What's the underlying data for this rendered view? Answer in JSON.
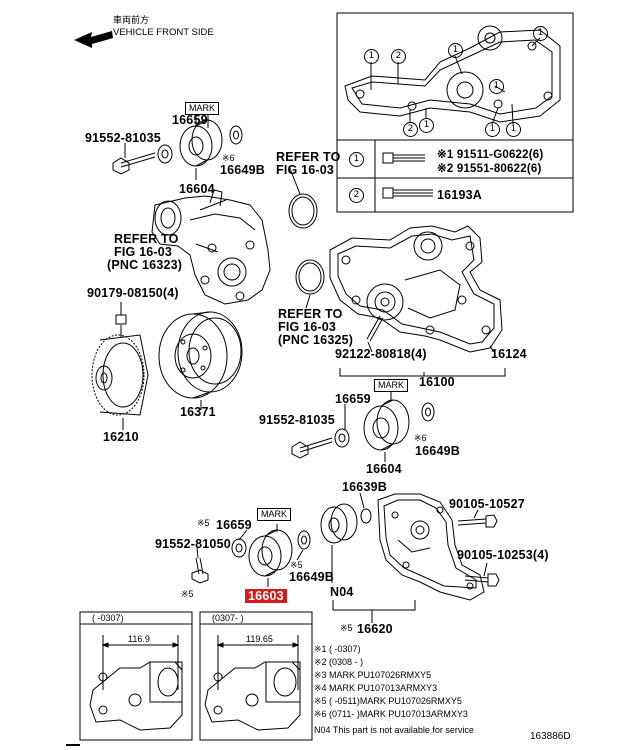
{
  "header": {
    "direction_jp": "車両前方",
    "direction_en": "VEHICLE FRONT SIDE"
  },
  "inset_table": {
    "row1_key": "1",
    "row1_items": [
      "※1 91511-G0622(6)",
      "※2 91551-80622(6)"
    ],
    "row2_key": "2",
    "row2_item": "16193A",
    "small_callouts": [
      "1",
      "2",
      "1",
      "1",
      "1",
      "2",
      "1",
      "1",
      "1"
    ]
  },
  "labels": {
    "p16659_top": "16659",
    "mark_top": "MARK",
    "p91552_top": "91552-81035",
    "note6_top": "※6",
    "p16649b_top": "16649B",
    "p16604_top": "16604",
    "refer_1603_top": "REFER TO",
    "refer_1603_top2": "FIG 16-03",
    "refer_1603_left": "REFER TO",
    "refer_1603_left2": "FIG 16-03",
    "refer_1603_left3": "(PNC 16323)",
    "p90179": "90179-08150(4)",
    "refer_1603_mid": "REFER TO",
    "refer_1603_mid2": "FIG 16-03",
    "refer_1603_mid3": "(PNC 16325)",
    "p92122": "92122-80818(4)",
    "p16124": "16124",
    "p16100": "16100",
    "p16210": "16210",
    "p16371": "16371",
    "p16659_mid": "16659",
    "mark_mid": "MARK",
    "p91552_mid": "91552-81035",
    "note6_mid": "※6",
    "p16649b_mid": "16649B",
    "p16604_mid": "16604",
    "p16639b": "16639B",
    "p90105_10527": "90105-10527",
    "p90105_10253": "90105-10253(4)",
    "note5_a": "※5",
    "p16659_low": "16659",
    "mark_low": "MARK",
    "p91552_81050": "91552-81050",
    "note5_b": "※5",
    "p16649b_low": "16649B",
    "note5_c": "※5",
    "p16603": "16603",
    "n04": "N04",
    "note5_d": "※5",
    "p16620": "16620"
  },
  "detail_boxes": {
    "left_header": "(      -0307)",
    "left_dim": "116.9",
    "right_header": "(0307-      )",
    "right_dim": "119.65"
  },
  "footnotes": [
    "※1 (         -0307)",
    "※2 (0308   -        )",
    "※3 MARK PU107026RMXY5",
    "※4 MARK PU107013ARMXY3",
    "※5 (        -0511)MARK PU107026RMXY5",
    "※6 (0711-         )MARK PU107013ARMXY3",
    "N04  This part is not available for service"
  ],
  "figure_id": "163886D",
  "colors": {
    "highlight": "#d61a1a",
    "ink": "#000000"
  }
}
